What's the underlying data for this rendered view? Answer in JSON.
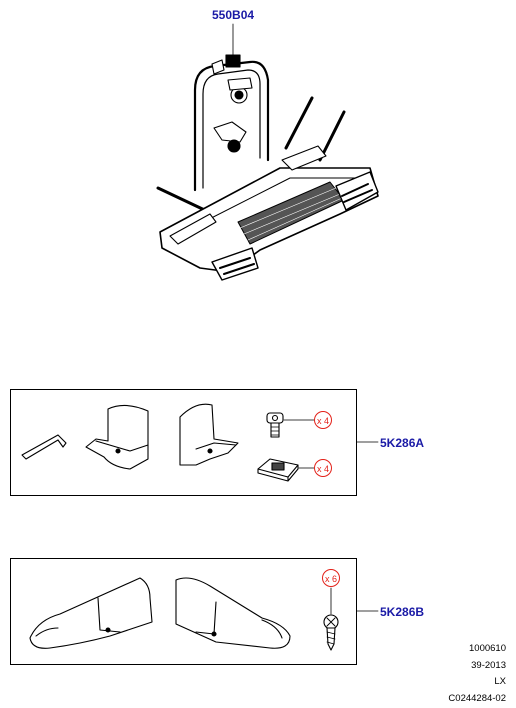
{
  "main_part": {
    "code": "550B04"
  },
  "kits": [
    {
      "code": "5K286A",
      "callouts": [
        "x 4",
        "x 4"
      ]
    },
    {
      "code": "5K286B",
      "callouts": [
        "x 6"
      ]
    }
  ],
  "footer": [
    "1000610",
    "39-2013",
    "LX",
    "C0244284-02"
  ],
  "colors": {
    "label_blue": "#1a1aa6",
    "callout_red": "#e32119",
    "line": "#000000"
  }
}
